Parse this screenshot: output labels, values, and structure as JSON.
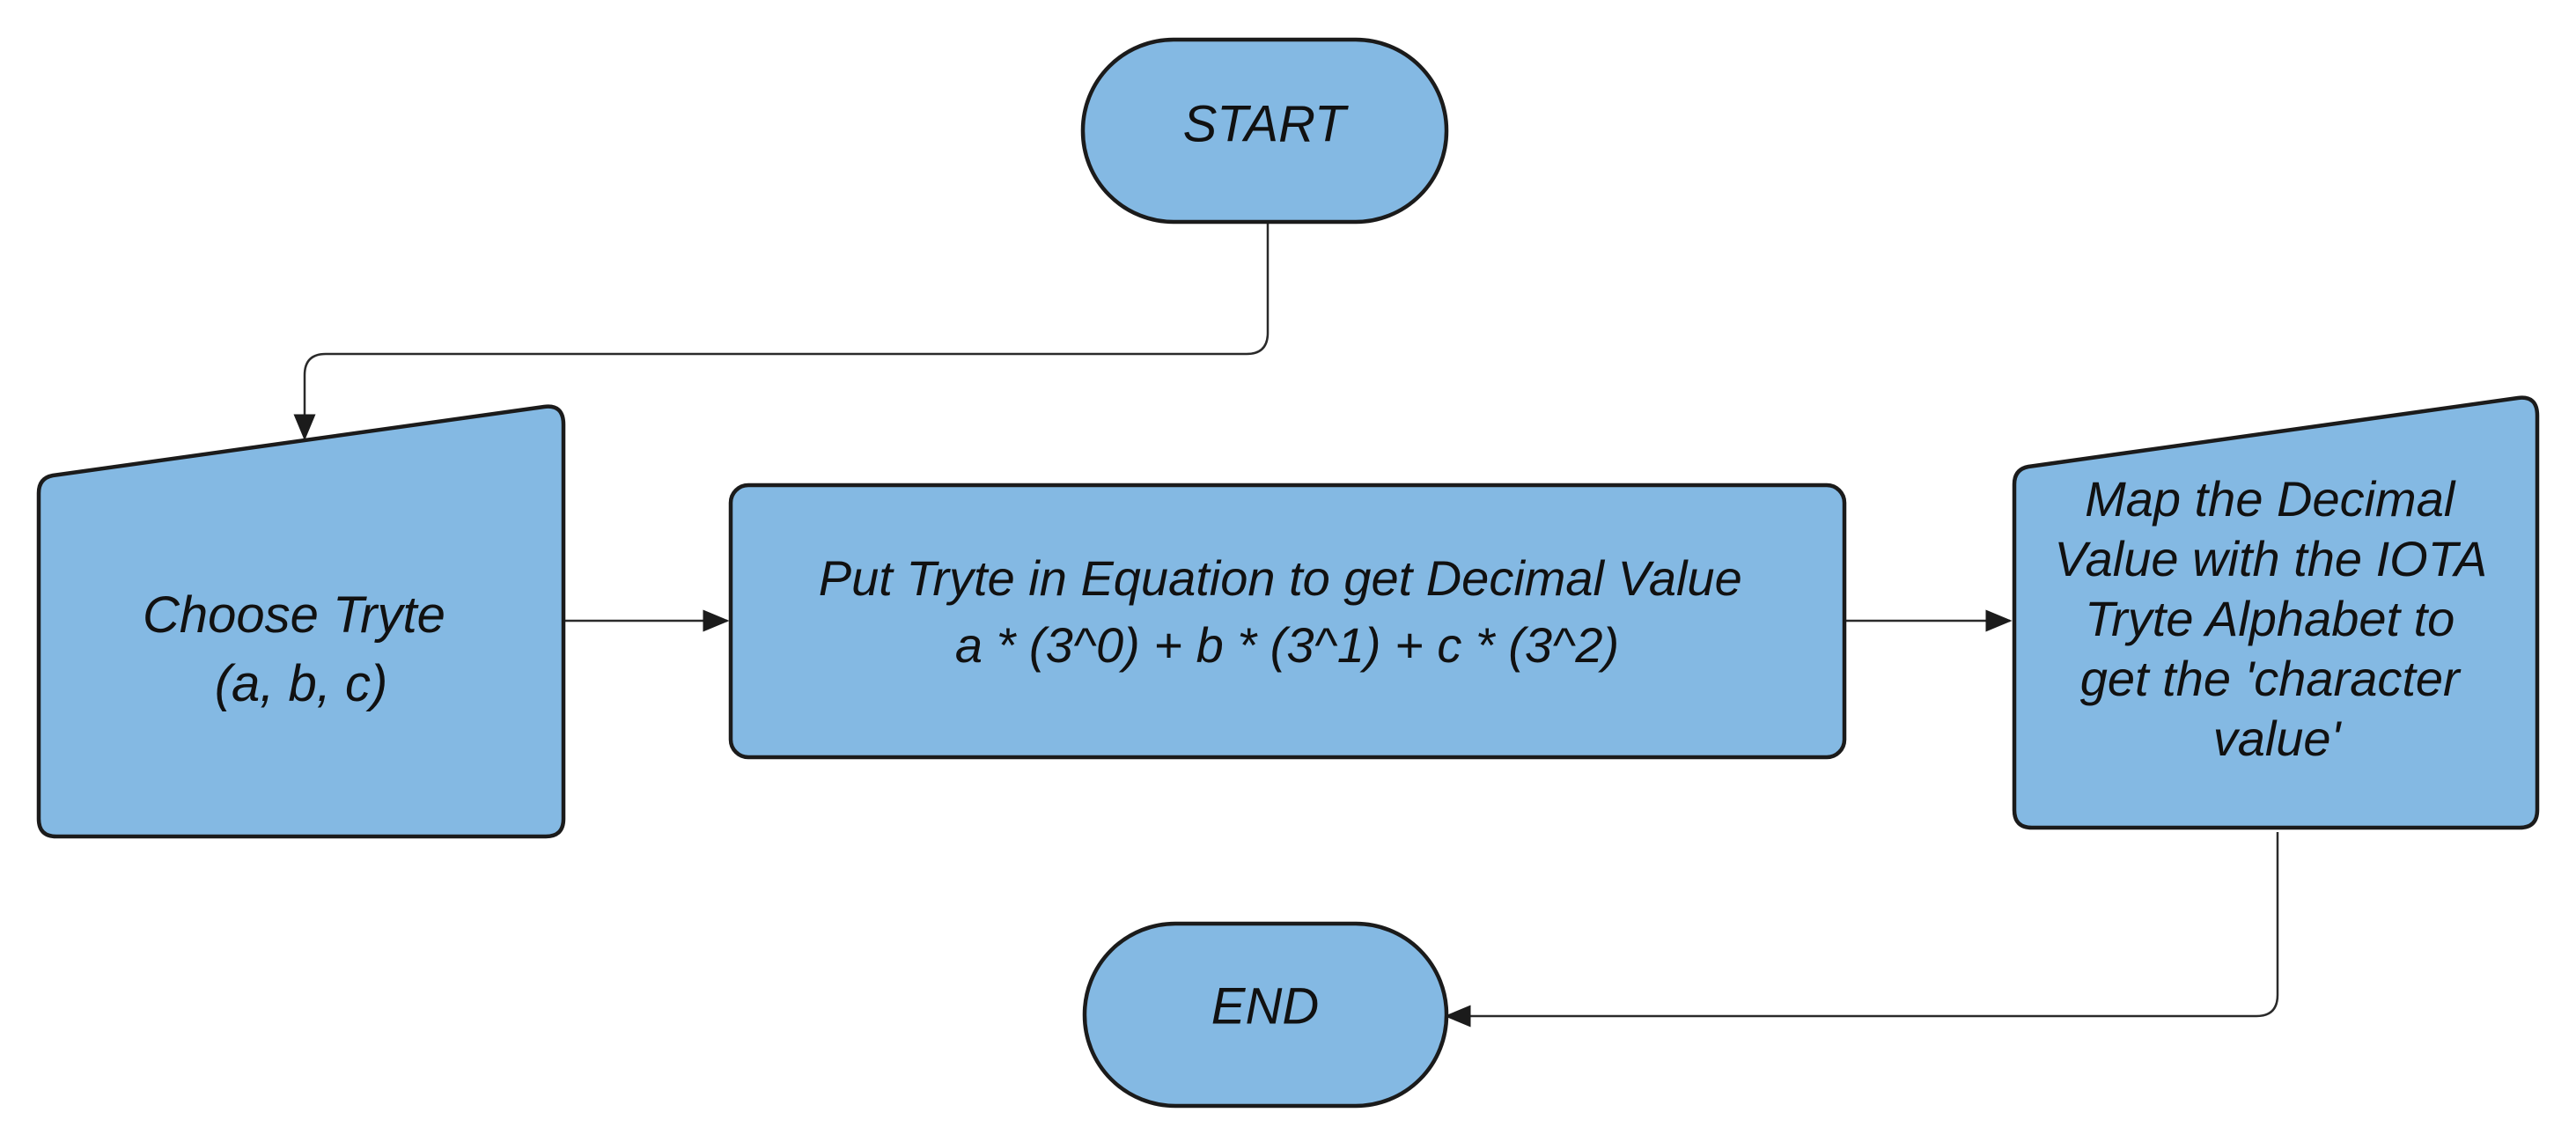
{
  "diagram": {
    "type": "flowchart",
    "fill_color": "#84b9e3",
    "stroke_color": "#1b1b1b",
    "nodes": {
      "start": {
        "shape": "terminal",
        "label": "START"
      },
      "choose": {
        "shape": "manual-input",
        "lines": [
          "Choose Tryte",
          "(a, b, c)"
        ]
      },
      "process": {
        "shape": "process",
        "lines": [
          "Put Tryte in Equation to get Decimal Value",
          "a * (3^0) + b * (3^1) + c * (3^2)"
        ]
      },
      "map": {
        "shape": "manual-input",
        "lines": [
          "Map the Decimal",
          "Value with the IOTA",
          "Tryte Alphabet to",
          "get the 'character",
          "value'"
        ]
      },
      "end": {
        "shape": "terminal",
        "label": "END"
      }
    },
    "edges": [
      {
        "from": "START",
        "to": "Choose Tryte"
      },
      {
        "from": "Choose Tryte",
        "to": "Put Tryte in Equation to get Decimal Value"
      },
      {
        "from": "Put Tryte in Equation to get Decimal Value",
        "to": "Map the Decimal Value with the IOTA Tryte Alphabet"
      },
      {
        "from": "Map the Decimal Value with the IOTA Tryte Alphabet",
        "to": "END"
      }
    ]
  }
}
